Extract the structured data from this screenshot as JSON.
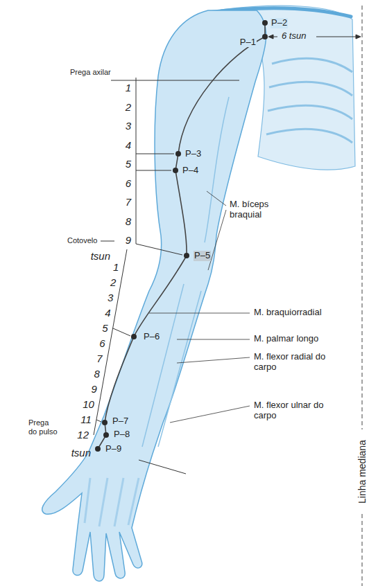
{
  "diagram": {
    "labels": [
      "P–2",
      "P–1",
      "6 tsun",
      "Prega axilar",
      "1",
      "2",
      "3",
      "4",
      "5",
      "6",
      "7",
      "8",
      "9",
      "Cotovelo",
      "tsun",
      "1",
      "2",
      "3",
      "4",
      "5",
      "6",
      "7",
      "8",
      "9",
      "10",
      "11",
      "12",
      "Prega do pulso",
      "tsun",
      "P–3",
      "P–4",
      "M. bíceps braquial",
      "P–5",
      "M. braquiorradial",
      "P–6",
      "M. palmar longo",
      "M. flexor radial do carpo",
      "M. flexor ulnar do carpo",
      "P–7",
      "P–8",
      "P–9",
      "Linha mediana"
    ]
  }
}
